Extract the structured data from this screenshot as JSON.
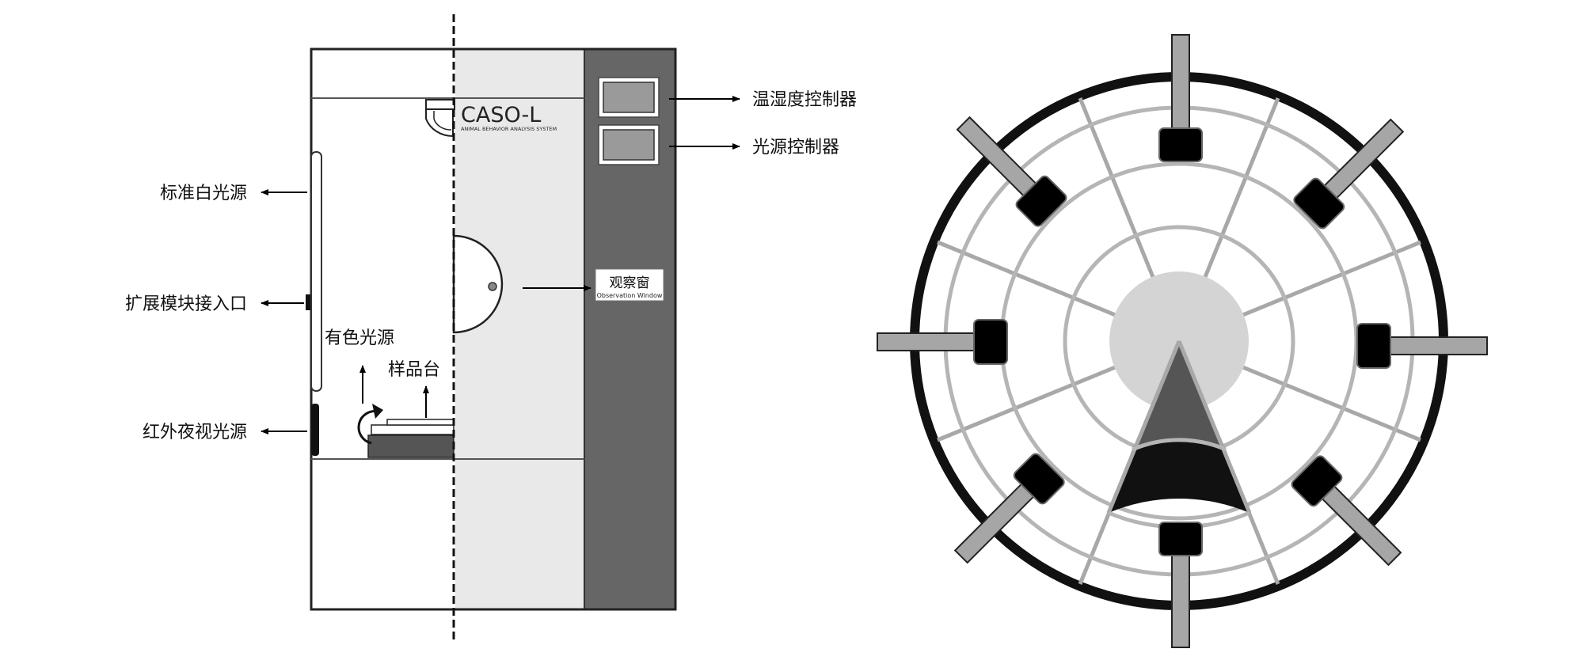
{
  "cabinet": {
    "brand": "CASO-L",
    "brand_subtitle": "ANIMAL BEHAVIOR ANALYSIS SYSTEM",
    "observation_window": {
      "label_cn": "观察窗",
      "label_en": "Observation Window"
    }
  },
  "labels": {
    "temp_humidity_controller": "温湿度控制器",
    "light_controller": "光源控制器",
    "standard_white_light": "标准白光源",
    "expansion_module_port": "扩展模块接入口",
    "colored_light": "有色光源",
    "sample_stage": "样品台",
    "infrared_night_light": "红外夜视光源"
  },
  "colors": {
    "cabinet_right_panel": "#666666",
    "cabinet_middle": "#e9e9e9",
    "controller_screen": "#9a9a9a",
    "ring_outer": "#111111",
    "ring_inner": "#b5b5b5",
    "center_disc": "#d4d4d4",
    "sector_dark": "#111111",
    "sector_mid": "#555555",
    "arm": "#a6a6a6",
    "camera_block": "#000000"
  },
  "arena": {
    "arm_count": 8
  }
}
